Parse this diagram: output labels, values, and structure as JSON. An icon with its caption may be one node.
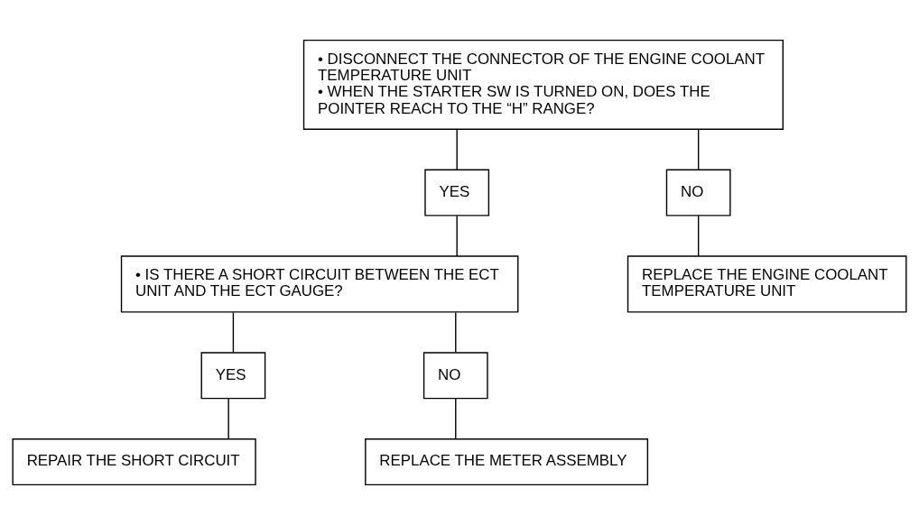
{
  "diagram": {
    "nodes": [
      {
        "text": [
          "• DISCONNECT THE CONNECTOR OF THE ENGINE COOLANT TEMPERATURE UNIT",
          "• WHEN THE STARTER SW IS TURNED ON, DOES THE POINTER REACH TO THE “H” RANGE?"
        ]
      },
      {
        "text": [
          "YES"
        ]
      },
      {
        "text": [
          "NO"
        ]
      },
      {
        "text": [
          "• IS THERE A SHORT CIRCUIT BETWEEN THE ECT UNIT AND THE ECT GAUGE?"
        ]
      },
      {
        "text": [
          "REPLACE THE ENGINE COOLANT TEMPERATURE UNIT"
        ]
      },
      {
        "text": [
          "YES"
        ]
      },
      {
        "text": [
          "NO"
        ]
      },
      {
        "text": [
          "REPAIR THE SHORT CIRCUIT"
        ]
      },
      {
        "text": [
          "REPLACE THE METER ASSEMBLY"
        ]
      }
    ],
    "edges": [
      {
        "from": 0,
        "to": 1,
        "arrow": "none"
      },
      {
        "from": 0,
        "to": 2,
        "arrow": "none"
      },
      {
        "from": 1,
        "to": 3,
        "arrow": "none"
      },
      {
        "from": 2,
        "to": 4,
        "arrow": "none"
      },
      {
        "from": 3,
        "to": 5,
        "arrow": "none"
      },
      {
        "from": 3,
        "to": 6,
        "arrow": "none"
      },
      {
        "from": 5,
        "to": 7,
        "arrow": "none"
      },
      {
        "from": 6,
        "to": 8,
        "arrow": "none"
      }
    ]
  }
}
